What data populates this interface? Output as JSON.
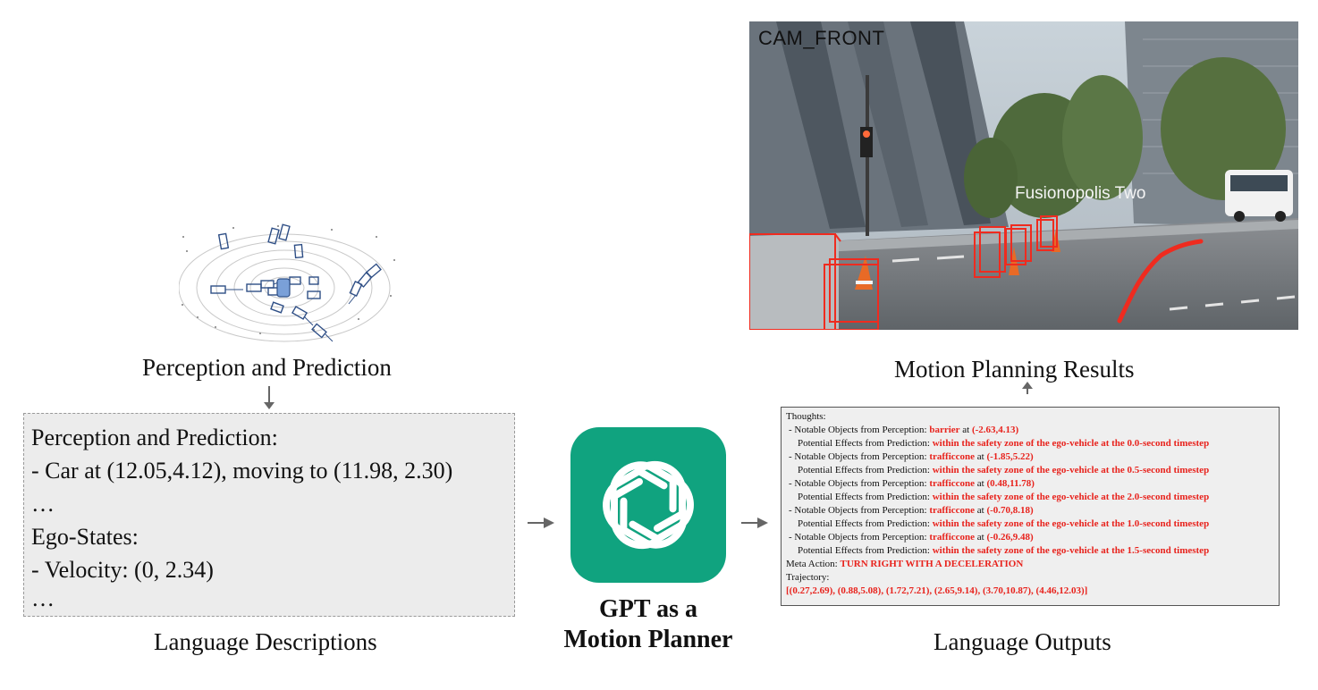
{
  "perception": {
    "caption": "Perception and Prediction"
  },
  "description": {
    "caption": "Language Descriptions",
    "lines": [
      "Perception and Prediction:",
      "- Car at (12.05,4.12), moving to (11.98, 2.30)",
      "…",
      "Ego-States:",
      "- Velocity: (0, 2.34)",
      "…"
    ]
  },
  "planner": {
    "title_line1": "GPT as a",
    "title_line2": "Motion Planner",
    "icon": "openai-logo-icon",
    "color": "#10a37f"
  },
  "camera": {
    "label": "CAM_FRONT",
    "building_text": "Fusionopolis Two"
  },
  "results": {
    "caption": "Motion Planning Results"
  },
  "outputs": {
    "caption": "Language Outputs",
    "thoughts_label": "Thoughts:",
    "objects": [
      {
        "perception_prefix": "- Notable Objects from Perception:",
        "object": "barrier",
        "at": "at",
        "coords": "(-2.63,4.13)",
        "prediction_prefix": "Potential Effects from Prediction:",
        "effect": "within the safety zone of the ego-vehicle at the 0.0-second timestep"
      },
      {
        "perception_prefix": "- Notable Objects from Perception:",
        "object": "trafficcone",
        "at": "at",
        "coords": "(-1.85,5.22)",
        "prediction_prefix": "Potential Effects from Prediction:",
        "effect": "within the safety zone of the ego-vehicle at the 0.5-second timestep"
      },
      {
        "perception_prefix": "- Notable Objects from Perception:",
        "object": "trafficcone",
        "at": "at",
        "coords": "(0.48,11.78)",
        "prediction_prefix": "Potential Effects from Prediction:",
        "effect": "within the safety zone of the ego-vehicle at the 2.0-second timestep"
      },
      {
        "perception_prefix": "- Notable Objects from Perception:",
        "object": "trafficcone",
        "at": "at",
        "coords": "(-0.70,8.18)",
        "prediction_prefix": "Potential Effects from Prediction:",
        "effect": "within the safety zone of the ego-vehicle at the 1.0-second timestep"
      },
      {
        "perception_prefix": "- Notable Objects from Perception:",
        "object": "trafficcone",
        "at": "at",
        "coords": "(-0.26,9.48)",
        "prediction_prefix": "Potential Effects from Prediction:",
        "effect": "within the safety zone of the ego-vehicle at the 1.5-second timestep"
      }
    ],
    "meta_label": "Meta Action:",
    "meta_value": "TURN RIGHT WITH A DECELERATION",
    "trajectory_label": "Trajectory:",
    "trajectory_value": "[(0.27,2.69), (0.88,5.08), (1.72,7.21), (2.65,9.14), (3.70,10.87), (4.46,12.03)]",
    "highlight_color": "#e8231d"
  }
}
